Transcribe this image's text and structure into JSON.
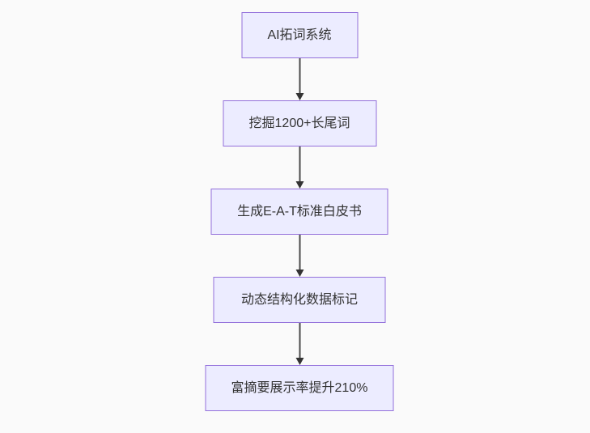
{
  "diagram": {
    "type": "flowchart",
    "direction": "top-down",
    "nodes": [
      {
        "id": "n1",
        "label": "AI拓词系统"
      },
      {
        "id": "n2",
        "label": "挖掘1200+长尾词"
      },
      {
        "id": "n3",
        "label": "生成E-A-T标准白皮书"
      },
      {
        "id": "n4",
        "label": "动态结构化数据标记"
      },
      {
        "id": "n5",
        "label": "富摘要展示率提升210%"
      }
    ],
    "edges": [
      {
        "from": "n1",
        "to": "n2",
        "arrow": "down"
      },
      {
        "from": "n2",
        "to": "n3",
        "arrow": "down"
      },
      {
        "from": "n3",
        "to": "n4",
        "arrow": "down"
      },
      {
        "from": "n4",
        "to": "n5",
        "arrow": "down"
      }
    ],
    "style": {
      "node_fill": "#ececff",
      "node_border": "#9370db",
      "text_color": "#333333",
      "arrow_color": "#333333",
      "background": "#fafafa"
    }
  }
}
